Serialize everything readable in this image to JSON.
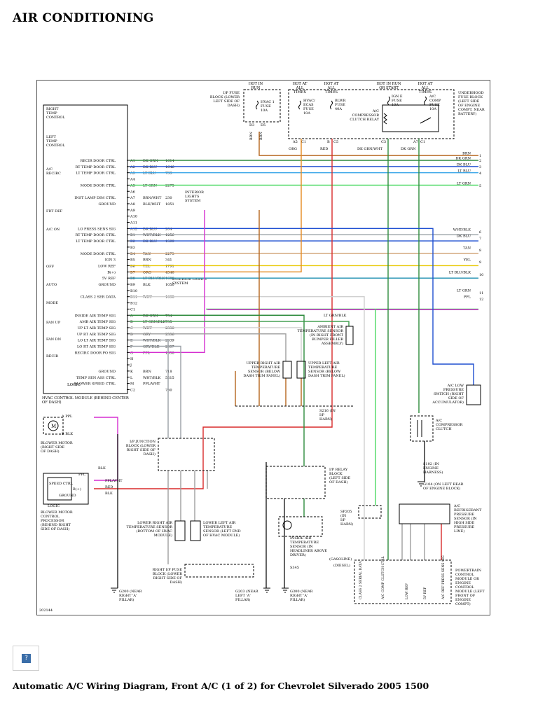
{
  "page": {
    "title": "AIR CONDITIONING",
    "caption": "Automatic A/C Wiring Diagram, Front A/C (1 of 2) for Chevrolet Silverado 2005 1500",
    "help_icon_glyph": "?",
    "diagram_id": "202144"
  },
  "top_fuses": {
    "ip_fuse_block_label": "I/P FUSE BLOCK (LOWER LEFT SIDE OF DASH)",
    "hot_in_run_1": "HOT IN RUN",
    "hvac_fuse": "HVAC 1 FUSE 10A",
    "hot_all_times_1": "HOT AT ALL TIMES",
    "hvac_ecas_fuse": "HVAC/ ECAS FUSE 10A",
    "hot_all_times_2": "HOT AT ALL TIMES",
    "blwr_fuse": "BLWR FUSE 40A",
    "hot_in_run_start": "HOT IN RUN OR START",
    "igne_fuse": "IGN E FUSE 10A",
    "hot_all_times_3": "HOT AT ALL TIMES",
    "ac_comp_fuse": "A/C COMP FUSE 10A",
    "relay_label": "A/C COMPRESSOR CLUTCH RELAY",
    "underhood_block": "UNDERHOOD FUSE BLOCK (LEFT SIDE OF ENGINE COMPT, NEAR BATTERY)",
    "conn_d3": "D3",
    "conn_d5": "D5",
    "conn_a5": "A5",
    "conn_c1": "C1",
    "conn_b": "B",
    "conn_c5": "C5",
    "conn_c3": "C3",
    "conn_a7": "A7",
    "conn_c1b": "C1",
    "wire_org": "ORG",
    "wire_red": "RED",
    "wire_dkgrnwht": "DK GRN/WHT",
    "wire_dkgrn": "DK GRN",
    "wire_brn_v1": "BRN",
    "wire_brn_v2": "BRN"
  },
  "right_bus": [
    {
      "num": "1",
      "label": "BRN"
    },
    {
      "num": "2",
      "label": "DK GRN"
    },
    {
      "num": "3",
      "label": "DK BLU"
    },
    {
      "num": "4",
      "label": "LT BLU"
    },
    {
      "num": "5",
      "label": "LT GRN"
    },
    {
      "num": "6",
      "label": "WHT/BLK"
    },
    {
      "num": "7",
      "label": "DK BLU"
    },
    {
      "num": "8",
      "label": "TAN"
    },
    {
      "num": "9",
      "label": "YEL"
    },
    {
      "num": "10",
      "label": "LT BLU/BLK"
    },
    {
      "num": "11",
      "label": "LT GRN"
    },
    {
      "num": "12",
      "label": "PPL"
    }
  ],
  "hvac_module": {
    "controls": [
      "RIGHT TEMP CONTROL",
      "LEFT TEMP CONTROL",
      "A/C RECIRC",
      "FRT DEF",
      "A/C ON",
      "OFF",
      "AUTO",
      "MODE",
      "FAN UP",
      "FAN DN",
      "RECIR"
    ],
    "logic": "LOGIC",
    "title": "HVAC CONTROL MODULE (BEHIND CENTER OF DASH)",
    "pins": [
      {
        "sig": "RECIR DOOR CTRL",
        "pin": "A1",
        "wire": "DK GRN",
        "circ": "1614"
      },
      {
        "sig": "RT TEMP DOOR CTRL",
        "pin": "A2",
        "wire": "DK BLU",
        "circ": "1646"
      },
      {
        "sig": "LT TEMP DOOR CTRL",
        "pin": "A3",
        "wire": "LT BLU",
        "circ": "733"
      },
      {
        "sig": "",
        "pin": "A4",
        "wire": "",
        "circ": ""
      },
      {
        "sig": "MODE DOOR CTRL",
        "pin": "A5",
        "wire": "LT GRN",
        "circ": "2275"
      },
      {
        "sig": "",
        "pin": "A6",
        "wire": "",
        "circ": ""
      },
      {
        "sig": "INST LAMP DIM CTRL",
        "pin": "A7",
        "wire": "BRN/WHT",
        "circ": "230"
      },
      {
        "sig": "GROUND",
        "pin": "A8",
        "wire": "BLK/WHT",
        "circ": "1851"
      },
      {
        "sig": "",
        "pin": "A9",
        "wire": "",
        "circ": ""
      },
      {
        "sig": "",
        "pin": "A10",
        "wire": "",
        "circ": ""
      },
      {
        "sig": "",
        "pin": "A11",
        "wire": "",
        "circ": ""
      },
      {
        "sig": "LO PRESS SENS SIG",
        "pin": "A12",
        "wire": "DK BLU",
        "circ": "204"
      },
      {
        "sig": "RT TEMP DOOR CTRL",
        "pin": "B1",
        "wire": "WHT/BLK",
        "circ": "1256"
      },
      {
        "sig": "LT TEMP DOOR CTRL",
        "pin": "B2",
        "wire": "DK BLU",
        "circ": "1599"
      },
      {
        "sig": "",
        "pin": "B3",
        "wire": "",
        "circ": ""
      },
      {
        "sig": "MODE DOOR CTRL",
        "pin": "B4",
        "wire": "TAN",
        "circ": "2273"
      },
      {
        "sig": "IGN 3",
        "pin": "B5",
        "wire": "BRN",
        "circ": "341"
      },
      {
        "sig": "LOW REF",
        "pin": "B6",
        "wire": "YEL",
        "circ": "1791"
      },
      {
        "sig": "B(+)",
        "pin": "B7",
        "wire": "ORG",
        "circ": "4340"
      },
      {
        "sig": "5V REF",
        "pin": "B8",
        "wire": "LT BLU/BLK",
        "circ": "1688"
      },
      {
        "sig": "GROUND",
        "pin": "B9",
        "wire": "BLK",
        "circ": "1050"
      },
      {
        "sig": "",
        "pin": "B10",
        "wire": "",
        "circ": ""
      },
      {
        "sig": "CLASS 2 SER DATA",
        "pin": "B11",
        "wire": "WHT",
        "circ": "1038"
      },
      {
        "sig": "",
        "pin": "B12",
        "wire": "",
        "circ": ""
      },
      {
        "sig": "",
        "pin": "C1",
        "wire": "",
        "circ": ""
      },
      {
        "sig": "INSIDE AIR TEMP SIG",
        "pin": "A",
        "wire": "DK GRN",
        "circ": "734"
      },
      {
        "sig": "AMB AIR TEMP SIG",
        "pin": "B",
        "wire": "LT GRN/BLK",
        "circ": "735"
      },
      {
        "sig": "UP LT AIR TEMP SIG",
        "pin": "C",
        "wire": "WHT",
        "circ": "2338"
      },
      {
        "sig": "UP RT AIR TEMP SIG",
        "pin": "D",
        "wire": "GRY",
        "circ": "2336"
      },
      {
        "sig": "LO LT AIR TEMP SIG",
        "pin": "E",
        "wire": "WHT/BLK",
        "circ": "2339"
      },
      {
        "sig": "LO RT AIR TEMP SIG",
        "pin": "F",
        "wire": "GRY/BLK",
        "circ": "2337"
      },
      {
        "sig": "RECIRC DOOR PO SIG",
        "pin": "G",
        "wire": "PPL",
        "circ": "1838"
      },
      {
        "sig": "",
        "pin": "H",
        "wire": "",
        "circ": ""
      },
      {
        "sig": "",
        "pin": "J",
        "wire": "",
        "circ": ""
      },
      {
        "sig": "GROUND",
        "pin": "K",
        "wire": "BRN",
        "circ": "718"
      },
      {
        "sig": "TEMP SEN ASS CTRL",
        "pin": "L",
        "wire": "WHT/BLK",
        "circ": "5515"
      },
      {
        "sig": "BLOWER SPEED CTRL",
        "pin": "M",
        "wire": "PPL/WHT",
        "circ": ""
      },
      {
        "sig": "",
        "pin": "C2",
        "wire": "",
        "circ": "760"
      }
    ],
    "interior_lights_1": "INTERIOR LIGHTS SYSTEM",
    "interior_lights_2": "INTERIOR LIGHTS SYSTEM"
  },
  "components": {
    "ambient_sensor": "AMBIENT AIR TEMPERATURE SENSOR (IN RIGHT FRONT BUMPER FILLER ASSEMBLY)",
    "ambient_wire": "LT GRN/BLK",
    "upper_right_sensor": "UPPER RIGHT AIR TEMPERATURE SENSOR (BELOW DASH TRIM PANEL)",
    "upper_left_sensor": "UPPER LEFT AIR TEMPERATURE SENSOR (BELOW DASH TRIM PANEL)",
    "splice_s216": "S216 (IN I/P HARN)",
    "ac_low_pressure": "A/C LOW PRESSURE SWITCH (RIGHT SIDE OF ACCUMULATOR)",
    "ac_clutch": "A/C COMPRESSOR CLUTCH",
    "s102": "S102 (IN ENGINE HARNESS)",
    "g104": "G104 (ON LEFT REAR OF ENGINE BLOCK)",
    "blower_motor": "BLOWER MOTOR (RIGHT SIDE OF DASH)",
    "blower_a_wire": "A PPL",
    "blower_b_wire": "B BLK",
    "blower_proc": "BLOWER MOTOR CONTROL PROCESSOR (BEHIND RIGHT SIDE OF DASH)",
    "speed_ctrl": "SPEED CTRL",
    "b_plus": "B(+)",
    "ground_lbl": "GROUND",
    "logic": "LOGIC",
    "ppl": "PPL",
    "blk": "BLK",
    "ppl_wht": "PPL/WHT",
    "red": "RED",
    "ip_junction": "I/P JUNCTION BLOCK (LOWER RIGHT SIDE OF DASH)",
    "ip_relay": "I/P RELAY BLOCK (LEFT SIDE OF DASH)",
    "sp205": "SP205 (IN I/P HARN)",
    "ac_refrig": "A/C REFRIGERANT PRESSURE SENSOR (IN HIGH SIDE PRESSURE LINE)",
    "lower_right_sensor": "LOWER RIGHT AIR TEMPERATURE SENSOR (BOTTOM OF HVAC MODULE)",
    "lower_left_sensor": "LOWER LEFT AIR TEMPERATURE SENSOR (LEFT END OF HVAC MODULE)",
    "inside_air": "INSIDE AIR TEMPERATURE SENSOR (IN HEADLINER ABOVE DRIVER)",
    "s345": "S345",
    "right_ip_fuse": "RIGHT I/P FUSE BLOCK (LOWER RIGHT SIDE OF DASH)",
    "g200": "G200 (NEAR RIGHT 'A' PILLAR)",
    "g203": "G203 (NEAR LEFT 'A' PILLAR)",
    "g300": "G300 (NEAR RIGHT 'A' PILLAR)",
    "gasoline": "(GASOLINE)",
    "diesel": "(DIESEL)",
    "pcm": "POWERTRAIN CONTROL MODULE OR ENGINE CONTROL MODULE (LEFT FRONT OF ENGINE COMPT)",
    "pcm_signals": [
      "CLASS 2 SERIAL DATA",
      "A/C COMP CLUTCH CTRL",
      "LOW REF",
      "5V REF",
      "A/C REF PRESS SENS SIG"
    ]
  },
  "colors": {
    "brn": "#b5651d",
    "dkgrn": "#2e8b3d",
    "dkblu": "#1f4fd1",
    "ltblu": "#3aa6e8",
    "ltgrn": "#4cd964",
    "whtblk": "#9aa0a6",
    "tan": "#d2a679",
    "yel": "#e8c800",
    "ltblublk": "#1f8fb0",
    "ppl": "#d52fd0",
    "org": "#e58a1f",
    "red": "#d82a2a",
    "gry": "#9e9e9e",
    "blk": "#222222"
  }
}
